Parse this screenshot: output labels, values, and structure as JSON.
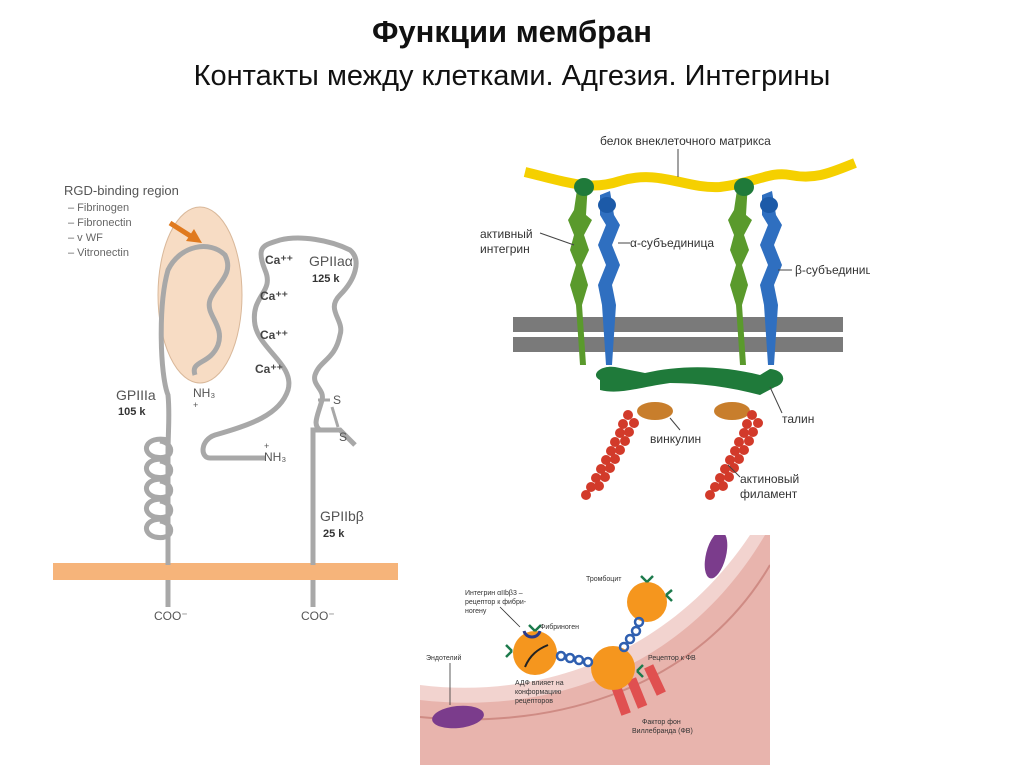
{
  "slide": {
    "title": "Функции мембран",
    "subtitle": "Контакты между клетками. Адгезия. Интегрины"
  },
  "left_diagram": {
    "rgd_heading": "RGD-binding region",
    "rgd_items": [
      "– Fibrinogen",
      "– Fibronectin",
      "– v WF",
      "– Vitronectin"
    ],
    "gp3a_name": "GPIIIa",
    "gp3a_mass": "105 k",
    "gp2a_name": "GPIIaα",
    "gp2a_mass": "125 k",
    "gp2b_name": "GPIIbβ",
    "gp2b_mass": "25 k",
    "ca_labels": [
      "Ca⁺⁺",
      "Ca⁺⁺",
      "Ca⁺⁺",
      "Ca⁺⁺"
    ],
    "nh3_top": "NH₃",
    "nh3_top_charge": "+",
    "nh3_bottom": "NH₃",
    "nh3_bottom_charge": "+",
    "s_top": "S",
    "s_bottom": "S",
    "coo_left": "COO⁻",
    "coo_right": "COO⁻",
    "colors": {
      "membrane": "#f6b47a",
      "chain": "#a8a8a8",
      "rgd_region": "#f7dcc4"
    }
  },
  "right_diagram": {
    "ecm_label": "белок внеклеточного матрикса",
    "active_integrin": [
      "активный",
      "интегрин"
    ],
    "alpha_subunit": "α-субъединица",
    "beta_subunit": "β-субъединица",
    "talin": "талин",
    "vinculin": "винкулин",
    "actin": [
      "актиновый",
      "филамент"
    ],
    "colors": {
      "ecm": "#f5d000",
      "alpha": "#5a9a2c",
      "beta": "#2f6fc0",
      "talin": "#1f7a3a",
      "vinculin": "#c87e2c",
      "actin": "#d23a2a",
      "membrane": "#7a7a7a"
    }
  },
  "bottom_diagram": {
    "integrin_label": [
      "Интегрин αIIbβ3 –",
      "рецептор к фибри-",
      "ногену"
    ],
    "platelet": "Тромбоцит",
    "fibrinogen": "Фибриноген",
    "endothelium": "Эндотелий",
    "fv_receptor": "Рецептор к ФВ",
    "adp_label": [
      "АДФ влияет на",
      "конформацию",
      "рецепторов"
    ],
    "vwf_label": [
      "Фактор фон",
      "Виллебранда (ФВ)"
    ]
  }
}
